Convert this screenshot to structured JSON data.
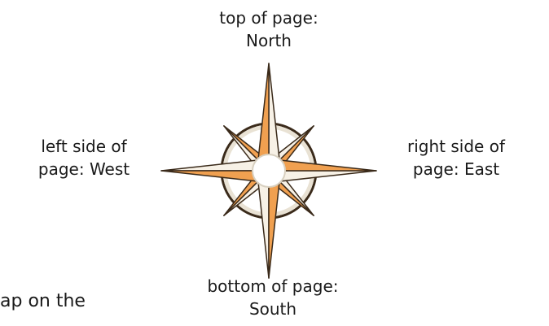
{
  "labels": {
    "top": [
      "top of page:",
      "North"
    ],
    "left": [
      "left side of",
      "page: West"
    ],
    "right": [
      "right side of",
      "page: East"
    ],
    "bottom": [
      "bottom of page:",
      "South"
    ]
  },
  "partial_text": "ap on the",
  "colors": {
    "orange": "#f0a050",
    "cream": "#f7f1e6",
    "outline": "#3a2a1a",
    "ring": "#e9e2d4"
  }
}
